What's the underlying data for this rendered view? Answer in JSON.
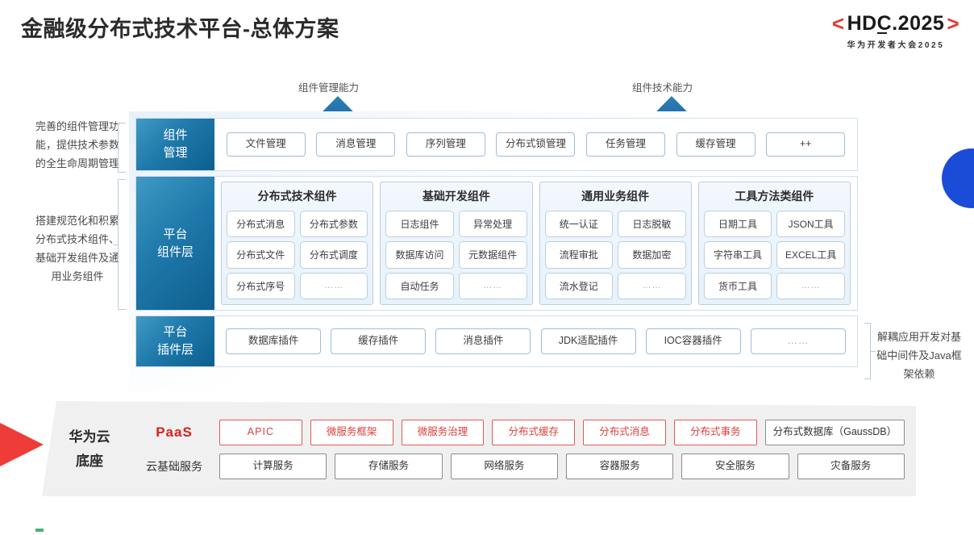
{
  "header": {
    "title": "金融级分布式技术平台-总体方案",
    "logo": {
      "bracket_left": "<",
      "bracket_right": ">",
      "text": "HDC.2025",
      "subtitle": "华为开发者大会2025",
      "accent_color": "#e8372c"
    }
  },
  "arrows": [
    {
      "label": "组件管理能力"
    },
    {
      "label": "组件技术能力"
    }
  ],
  "annotations": {
    "left": [
      "完善的组件管理功能，提供技术参数的全生命周期管理",
      "搭建规范化和积累分布式技术组件、基础开发组件及通用业务组件"
    ],
    "right": "解耦应用开发对基础中间件及Java框架依赖"
  },
  "layers": [
    {
      "id": "component-management",
      "label": "组件\n管理",
      "label_lines": [
        "组件",
        "管理"
      ],
      "items": [
        "文件管理",
        "消息管理",
        "序列管理",
        "分布式锁管理",
        "任务管理",
        "缓存管理",
        "++"
      ]
    },
    {
      "id": "platform-component-layer",
      "label_lines": [
        "平台",
        "组件层"
      ],
      "groups": [
        {
          "title": "分布式技术组件",
          "rows": [
            [
              "分布式消息",
              "分布式参数"
            ],
            [
              "分布式文件",
              "分布式调度"
            ],
            [
              "分布式序号",
              "……"
            ]
          ]
        },
        {
          "title": "基础开发组件",
          "rows": [
            [
              "日志组件",
              "异常处理"
            ],
            [
              "数据库访问",
              "元数据组件"
            ],
            [
              "自动任务",
              "……"
            ]
          ]
        },
        {
          "title": "通用业务组件",
          "rows": [
            [
              "统一认证",
              "日志脱敏"
            ],
            [
              "流程审批",
              "数据加密"
            ],
            [
              "流水登记",
              "……"
            ]
          ]
        },
        {
          "title": "工具方法类组件",
          "rows": [
            [
              "日期工具",
              "JSON工具"
            ],
            [
              "字符串工具",
              "EXCEL工具"
            ],
            [
              "货币工具",
              "……"
            ]
          ]
        }
      ]
    },
    {
      "id": "platform-plugin-layer",
      "label_lines": [
        "平台",
        "插件层"
      ],
      "items": [
        "数据库插件",
        "缓存插件",
        "消息插件",
        "JDK适配插件",
        "IOC容器插件",
        "……"
      ]
    }
  ],
  "cloud": {
    "title_lines": [
      "华为云",
      "底座"
    ],
    "rows": [
      {
        "label": "PaaS",
        "style": "paas",
        "items": [
          {
            "text": "APIC",
            "style": "red"
          },
          {
            "text": "微服务框架",
            "style": "red"
          },
          {
            "text": "微服务治理",
            "style": "red"
          },
          {
            "text": "分布式缓存",
            "style": "red"
          },
          {
            "text": "分布式消息",
            "style": "red"
          },
          {
            "text": "分布式事务",
            "style": "red"
          },
          {
            "text": "分布式数据库（GaussDB）",
            "style": "grey"
          }
        ]
      },
      {
        "label": "云基础服务",
        "style": "plain",
        "items": [
          {
            "text": "计算服务",
            "style": "grey"
          },
          {
            "text": "存储服务",
            "style": "grey"
          },
          {
            "text": "网络服务",
            "style": "grey"
          },
          {
            "text": "容器服务",
            "style": "grey"
          },
          {
            "text": "安全服务",
            "style": "grey"
          },
          {
            "text": "灾备服务",
            "style": "grey"
          }
        ]
      }
    ]
  },
  "colors": {
    "brand_red": "#d9201c",
    "brand_blue": "#1b4cd8",
    "layer_blue": "#1f79ab",
    "panel_bg": "#f0f0f0"
  }
}
